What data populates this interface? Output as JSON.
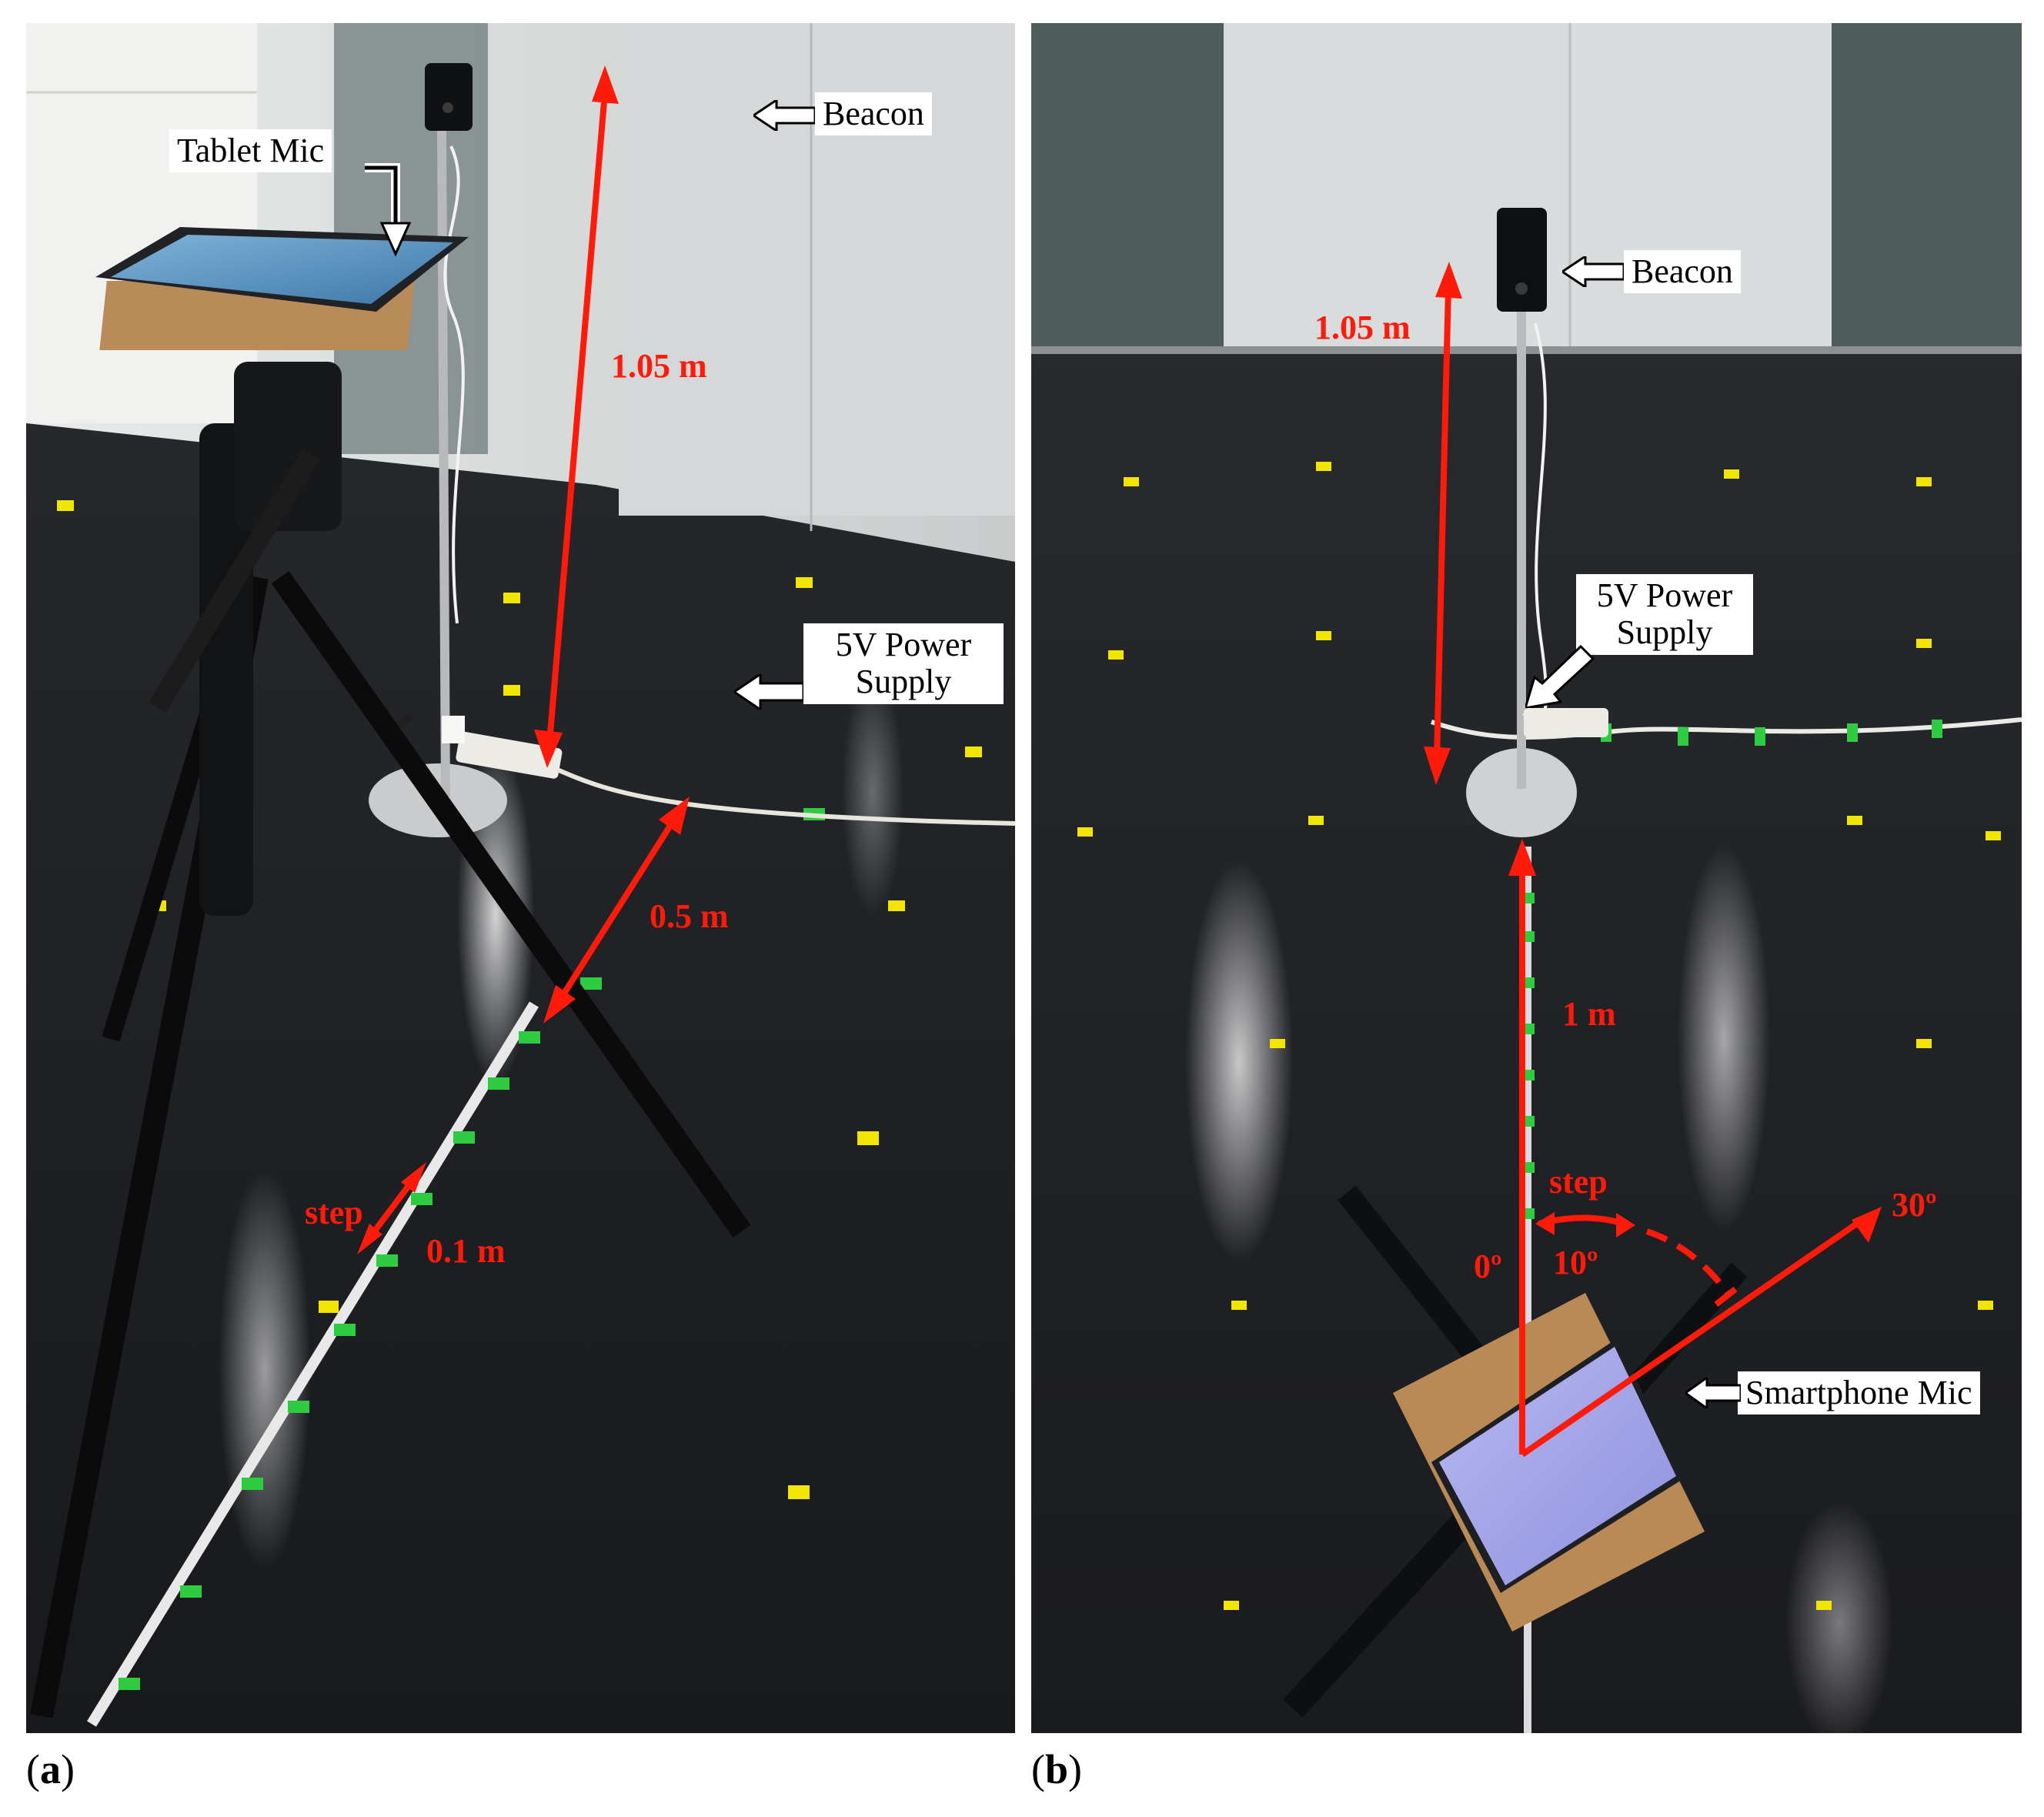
{
  "figure": {
    "panel_a": {
      "caption_open": "(",
      "caption_letter": "a",
      "caption_close": ")",
      "labels": {
        "tablet_mic": "Tablet Mic",
        "beacon": "Beacon",
        "power_supply": "5V Power Supply",
        "height": "1.05 m",
        "distance": "0.5 m",
        "step": "step",
        "step_size": "0.1 m"
      }
    },
    "panel_b": {
      "caption_open": "(",
      "caption_letter": "b",
      "caption_close": ")",
      "labels": {
        "beacon": "Beacon",
        "power_supply": "5V Power Supply",
        "height": "1.05 m",
        "distance": "1 m",
        "step": "step",
        "angle_zero": "0º",
        "angle_step": "10º",
        "angle_max": "30º",
        "smartphone_mic": "Smartphone Mic"
      }
    }
  },
  "colors": {
    "annotation_red": "#ff1a0a",
    "floor": "#1b1d20",
    "tape_green": "#2ecc40",
    "tape_yellow": "#f2e600"
  }
}
